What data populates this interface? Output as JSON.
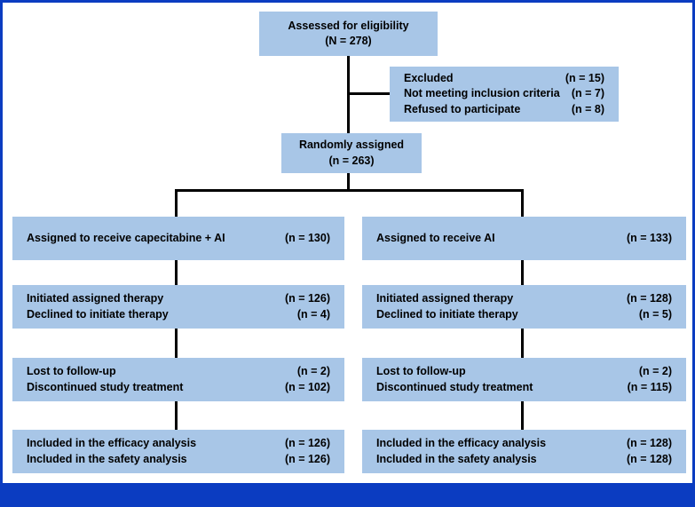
{
  "figure": {
    "type": "consort-flow-diagram",
    "box_fill_color": "#a8c6e7",
    "accent_color": "#0b3cc1",
    "line_color": "#000000"
  },
  "nodes": {
    "assessed": {
      "line1": "Assessed for eligibility",
      "line2": "(N = 278)"
    },
    "excluded": {
      "rows": [
        {
          "label": "Excluded",
          "count": "(n = 15)"
        },
        {
          "label": "Not meeting inclusion criteria",
          "count": "(n = 7)"
        },
        {
          "label": "Refused to participate",
          "count": "(n = 8)"
        }
      ]
    },
    "randomized": {
      "line1": "Randomly assigned",
      "line2": "(n = 263)"
    },
    "left": {
      "allocation": {
        "label": "Assigned to receive capecitabine + AI",
        "count": "(n = 130)"
      },
      "initiation": {
        "rows": [
          {
            "label": "Initiated assigned therapy",
            "count": "(n = 126)"
          },
          {
            "label": "Declined to initiate therapy",
            "count": "(n = 4)"
          }
        ]
      },
      "followup": {
        "rows": [
          {
            "label": "Lost to follow-up",
            "count": "(n = 2)"
          },
          {
            "label": "Discontinued study treatment",
            "count": "(n = 102)"
          }
        ]
      },
      "analysis": {
        "rows": [
          {
            "label": "Included in the efficacy analysis",
            "count": "(n = 126)"
          },
          {
            "label": "Included in the safety analysis",
            "count": "(n = 126)"
          }
        ]
      }
    },
    "right": {
      "allocation": {
        "label": "Assigned to receive AI",
        "count": "(n = 133)"
      },
      "initiation": {
        "rows": [
          {
            "label": "Initiated assigned therapy",
            "count": "(n = 128)"
          },
          {
            "label": "Declined to initiate therapy",
            "count": "(n = 5)"
          }
        ]
      },
      "followup": {
        "rows": [
          {
            "label": "Lost to follow-up",
            "count": "(n = 2)"
          },
          {
            "label": "Discontinued study treatment",
            "count": "(n = 115)"
          }
        ]
      },
      "analysis": {
        "rows": [
          {
            "label": "Included in the efficacy analysis",
            "count": "(n = 128)"
          },
          {
            "label": "Included in the safety analysis",
            "count": "(n = 128)"
          }
        ]
      }
    }
  }
}
